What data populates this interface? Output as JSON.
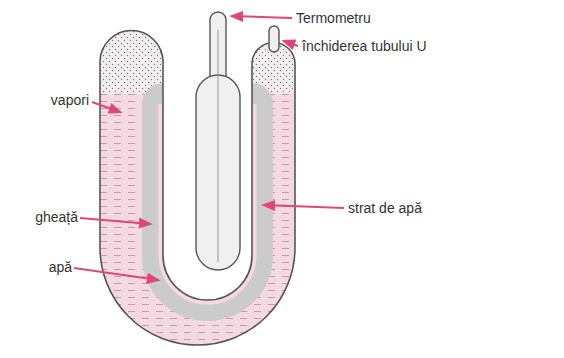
{
  "diagram": {
    "labels": [
      "Termometru",
      "închiderea tubului U",
      "vapori",
      "gheață",
      "strat de apă",
      "apă"
    ]
  }
}
